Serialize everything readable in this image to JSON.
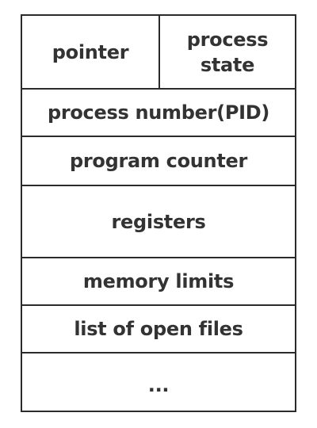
{
  "pcb": {
    "pointer": "pointer",
    "process_state": "process\nstate",
    "process_number": "process number(PID)",
    "program_counter": "program counter",
    "registers": "registers",
    "memory_limits": "memory limits",
    "open_files": "list of open files",
    "ellipsis": "..."
  }
}
